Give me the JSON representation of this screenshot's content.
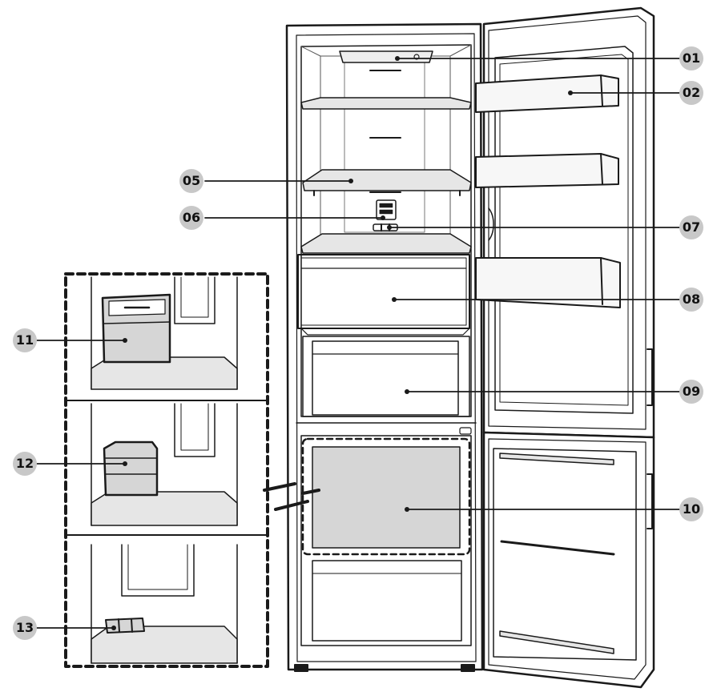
{
  "diagram": {
    "colors": {
      "line": "#1a1a1a",
      "badge": "#c8c8c8",
      "badge_text": "#111111",
      "shade": "#d6d6d6",
      "shelf": "#e6e6e6",
      "panel": "#f7f7f7"
    },
    "callouts": [
      {
        "id": "c01",
        "label": "01"
      },
      {
        "id": "c02",
        "label": "02"
      },
      {
        "id": "c05",
        "label": "05"
      },
      {
        "id": "c06",
        "label": "06"
      },
      {
        "id": "c07",
        "label": "07"
      },
      {
        "id": "c08",
        "label": "08"
      },
      {
        "id": "c09",
        "label": "09"
      },
      {
        "id": "c10",
        "label": "10"
      },
      {
        "id": "c11",
        "label": "11"
      },
      {
        "id": "c12",
        "label": "12"
      },
      {
        "id": "c13",
        "label": "13"
      }
    ]
  }
}
